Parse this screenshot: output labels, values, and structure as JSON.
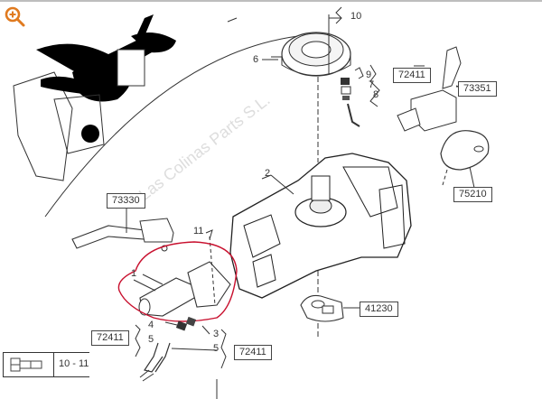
{
  "viewer": {
    "zoom_icon": "zoom-in-icon",
    "accent_color": "#e07a1f"
  },
  "diagram": {
    "title": "Steering column switch assembly exploded view",
    "watermark": "Las Colinas Parts S.L.",
    "highlight_color": "#c8102e",
    "part_numbers": {
      "p10": "10",
      "p6": "6",
      "p9": "9",
      "p7": "7",
      "p8": "8",
      "p2": "2",
      "p11": "11",
      "p1": "1",
      "p4": "4",
      "p5a": "5",
      "p3": "3",
      "p5b": "5"
    },
    "reference_boxes": {
      "r72411_top": "72411",
      "r73351": "73351",
      "r75210": "75210",
      "r73330": "73330",
      "r41230": "41230",
      "r72411_left": "72411",
      "r72411_right": "72411"
    },
    "legend": {
      "icon": "bolt-icon",
      "text": "10 - 11"
    }
  }
}
